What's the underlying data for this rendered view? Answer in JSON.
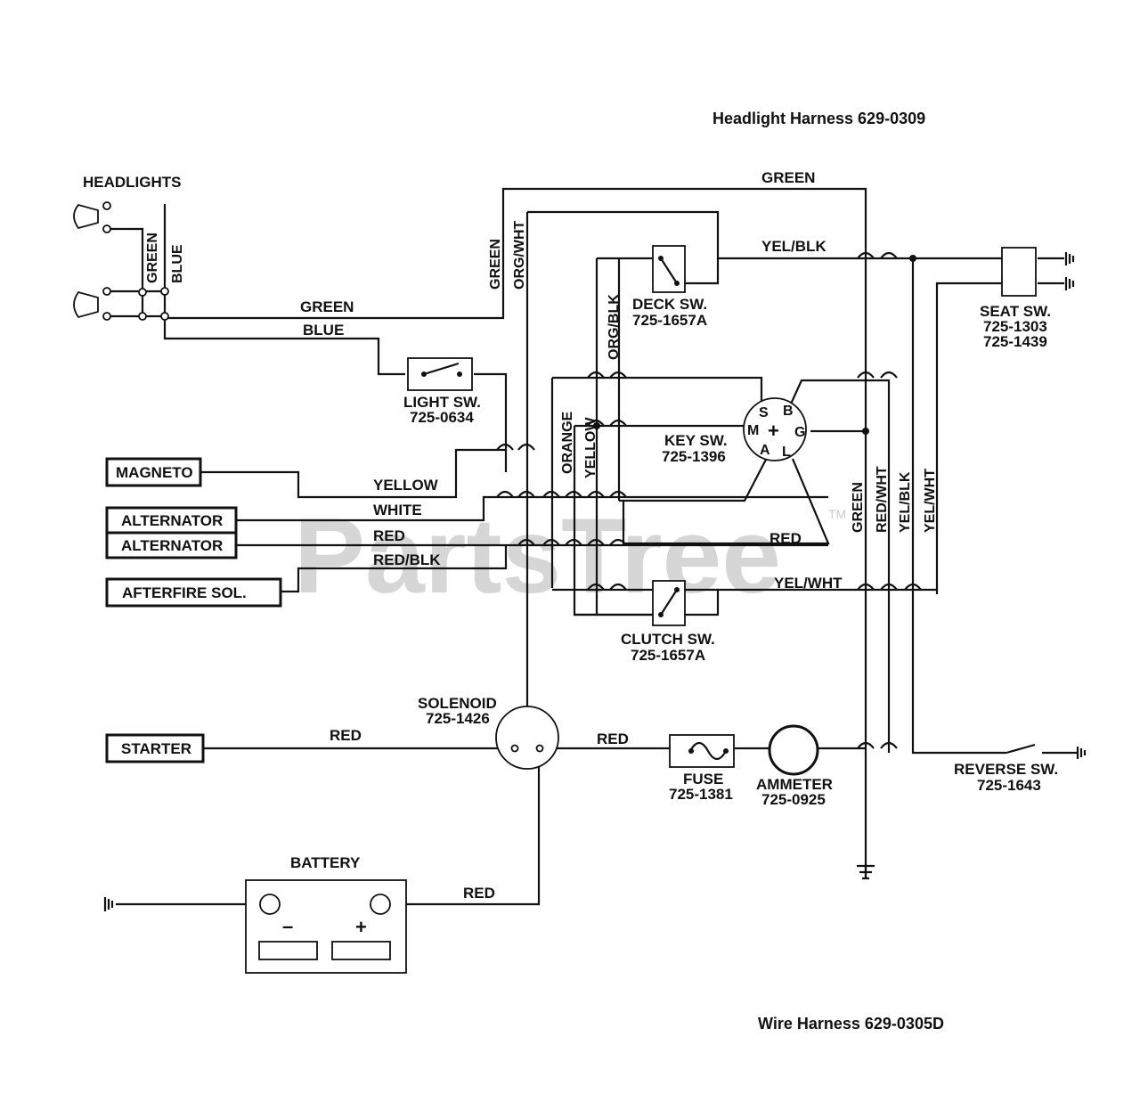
{
  "watermark": "PartsTree",
  "watermark_tm": "TM",
  "titles": {
    "headlight_harness": "Headlight Harness 629-0309",
    "wire_harness": "Wire Harness 629-0305D"
  },
  "components": {
    "headlights": "HEADLIGHTS",
    "magneto": "MAGNETO",
    "alternator_1": "ALTERNATOR",
    "alternator_2": "ALTERNATOR",
    "afterfire": "AFTERFIRE SOL.",
    "starter": "STARTER",
    "battery": "BATTERY",
    "battery_minus": "–",
    "battery_plus": "+",
    "light_sw": "LIGHT SW.",
    "light_sw_part": "725-0634",
    "deck_sw": "DECK SW.",
    "deck_sw_part": "725-1657A",
    "key_sw": "KEY SW.",
    "key_sw_part": "725-1396",
    "key_s": "S",
    "key_b": "B",
    "key_m": "M",
    "key_g": "G",
    "key_a": "A",
    "key_l": "L",
    "key_center": "+",
    "clutch_sw": "CLUTCH SW.",
    "clutch_sw_part": "725-1657A",
    "solenoid": "SOLENOID",
    "solenoid_part": "725-1426",
    "fuse": "FUSE",
    "fuse_part": "725-1381",
    "ammeter": "AMMETER",
    "ammeter_part": "725-0925",
    "seat_sw": "SEAT SW.",
    "seat_sw_part1": "725-1303",
    "seat_sw_part2": "725-1439",
    "reverse_sw": "REVERSE SW.",
    "reverse_sw_part": "725-1643"
  },
  "wires": {
    "green_top": "GREEN",
    "yel_blk_top": "YEL/BLK",
    "green_h1": "GREEN",
    "blue_h1": "BLUE",
    "green_v_head": "GREEN",
    "blue_v_head": "BLUE",
    "green_v": "GREEN",
    "org_wht_v": "ORG/WHT",
    "org_blk_v": "ORG/BLK",
    "orange_v": "ORANGE",
    "yellow_v": "YELLOW",
    "yellow_h": "YELLOW",
    "white_h": "WHITE",
    "red_h": "RED",
    "red_blk_h": "RED/BLK",
    "red_key": "RED",
    "yel_wht_h": "YEL/WHT",
    "green_rv": "GREEN",
    "red_wht_rv": "RED/WHT",
    "yel_blk_rv": "YEL/BLK",
    "yel_wht_rv": "YEL/WHT",
    "red_starter": "RED",
    "red_sol_fuse": "RED",
    "red_battery": "RED"
  }
}
